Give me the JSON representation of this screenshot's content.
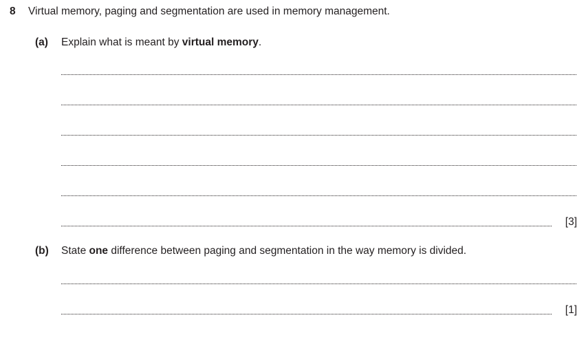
{
  "question": {
    "number": "8",
    "stem": "Virtual memory, paging and segmentation are used in memory management."
  },
  "part_a": {
    "label": "(a)",
    "text_before": "Explain what is meant by ",
    "text_bold": "virtual memory",
    "text_after": ".",
    "marks": "[3]",
    "answer_line_count": 6
  },
  "part_b": {
    "label": "(b)",
    "text_before": "State ",
    "text_bold": "one",
    "text_after": " difference between paging and segmentation in the way memory is divided.",
    "marks": "[1]",
    "answer_line_count": 2
  }
}
